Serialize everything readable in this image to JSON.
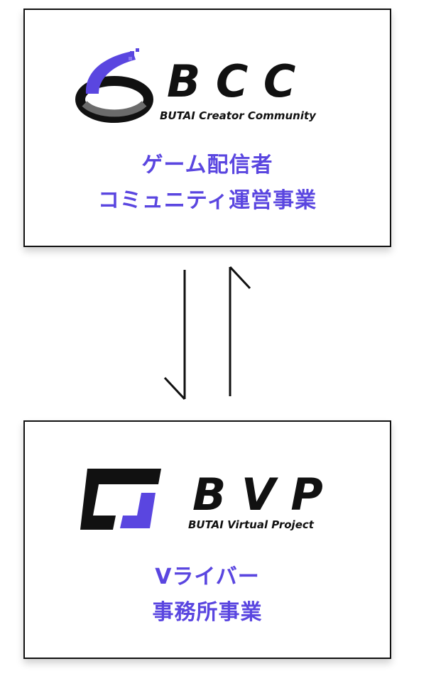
{
  "bcc": {
    "logo_mark": "B C C",
    "logo_subtitle": "BUTAI Creator Community",
    "caption_line1": "ゲーム配信者",
    "caption_line2": "コミュニティ運営事業"
  },
  "bvp": {
    "logo_mark": "B V P",
    "logo_subtitle": "BUTAI Virtual Project",
    "caption_line1": "Vライバー",
    "caption_line2": "事務所事業"
  },
  "colors": {
    "accent": "#5a46e0",
    "ink": "#111111",
    "gray": "#6b6b6b"
  }
}
